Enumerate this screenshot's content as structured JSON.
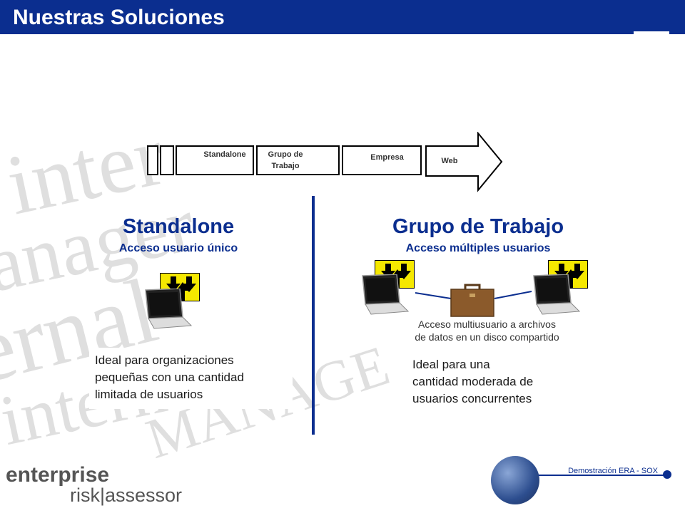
{
  "header": {
    "title": "Nuestras Soluciones"
  },
  "stages": {
    "standalone": "Standalone",
    "grupo_line1": "Grupo de",
    "grupo_line2": "Trabajo",
    "empresa": "Empresa",
    "web": "Web"
  },
  "left": {
    "title": "Standalone",
    "subtitle": "Acceso usuario único",
    "desc_lines": [
      "Ideal para organizaciones",
      "pequeñas con una cantidad",
      "limitada de usuarios"
    ]
  },
  "right": {
    "title": "Grupo de Trabajo",
    "subtitle": "Acceso múltiples usuarios",
    "note_lines": [
      "Acceso multiusuario a archivos",
      "de datos en un disco compartido"
    ],
    "desc_lines": [
      "Ideal para una",
      "cantidad moderada de",
      "usuarios concurrentes"
    ]
  },
  "footer": {
    "text": "Demostración ERA - SOX"
  },
  "logo": {
    "line1": "enterprise",
    "line2": "risk|assessor"
  },
  "colors": {
    "brand_blue": "#0b2e8f",
    "sync_yellow": "#f5e800",
    "briefcase_brown": "#8b5a2b"
  }
}
